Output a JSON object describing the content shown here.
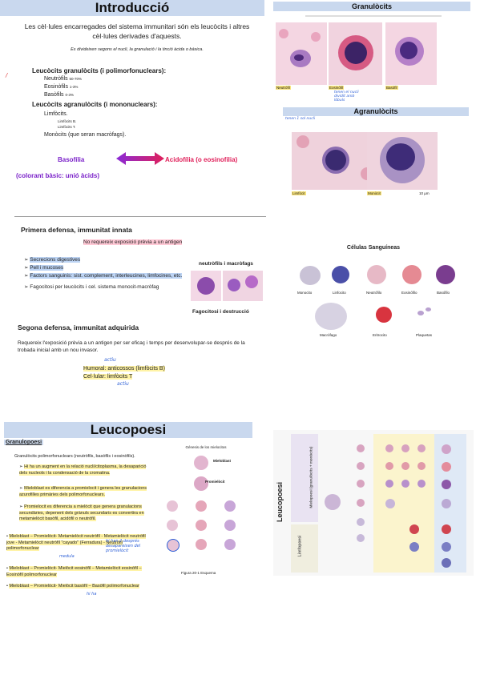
{
  "slide1": {
    "title": "Introducció",
    "intro": "Les cèl·lules encarregades del sistema immunitari són els leucòcits i altres cèl·lules derivades d'aquests.",
    "subtitle": "Es divideixen segons el nucli, la granulació i la tinció àcida o bàsica.",
    "granulocytes_heading": "Leucòcits granulòcits (i polimorfonuclears):",
    "neutro": "Neutròfils",
    "neutro_pct": "50-70%",
    "eosino": "Eosinòfils",
    "eosino_pct": "1-3%",
    "baso": "Basòfils",
    "baso_pct": "0-3%",
    "agranulocytes_heading": "Leucòcits agranulòcits (i mononuclears):",
    "limfo": "Limfòcits.",
    "limfo_b": "Limfòcits B.",
    "limfo_t": "Limfòcits T.",
    "mono": "Monòcits (que seran macròfags).",
    "basofilia": "Basofília",
    "acidofilia": "Acidofília (o eosinofilia)",
    "colorant": "(colorant bàsic: unió àcids)"
  },
  "slide2": {
    "title_gran": "Granulòcits",
    "label_neutro": "Neutròfil",
    "label_eosino": "Eosinòfil",
    "label_baso": "Basòfil",
    "scale": "10 µm",
    "handwriting_1": "tenen el nucli dividit amb lòbuls",
    "title_agran": "Agranulòcits",
    "handwriting_2": "tenen 1 sol nucli",
    "label_limfo": "Limfòcit",
    "label_mono": "Monòcit"
  },
  "slide3": {
    "first_defense": "Primera defensa, immunitat innata",
    "no_requires": "No requereix exposició prèvia a un antigen",
    "items": [
      "Secrecions digestives",
      "Pell i mucoses",
      "Factors sanguinis: sist. complement, interleucines, limfocines, etc.",
      "Fagocitosi per leucòcits i cel. sistema monocit-macròfag"
    ],
    "neutro_macro": "neutròfils i macròfags",
    "fagocitosi": "Fagocitosi i destrucció",
    "second_defense": "Segona defensa, immunitat adquirida",
    "requires": "Requereix l'exposició prèvia a un antigen per ser eficaç i temps per desenvolupar-se després de la trobada inicial amb un nou invasor.",
    "humoral": "Humoral: anticossos (limfòcits B)",
    "cellular": "Cel·lular: limfòcits T",
    "hw_actiu": "actiu",
    "hw_actiu2": "actiu"
  },
  "slide4": {
    "title": "Células Sanguíneas",
    "cells": [
      "Monocito",
      "Linfocito",
      "Neutrófilo",
      "Eosinófilo",
      "Basófilo",
      "Macrófago",
      "Eritrocito",
      "Plaquetas"
    ]
  },
  "slide5": {
    "title": "Leucopoesi",
    "section": "Granulopoesi",
    "intro": "Granulòcits polimorfonuclears (neutròfils, basòfils i eosinòfils).",
    "b1": "Hi ha un augment en la relació nucli/citoplasma, la desaparició dels nucleols i la condensació de la cromatina.",
    "b2": "Mieloblast es diferencia a promielocit i genera les granulacions azurofilles primàries dels polimorfonuclears.",
    "b3": "Promielocit es diferencia a mielòcit que genera granulacions secundàries, depenent dels grànuls secundaris es convertira en metamielòcit basòfil, acidòfil o neutròfil.",
    "l1": "Mieloblast – Promielòcit- Metamielòcit neutròfil - Metamielòcit neutròfil jove - Metamielòcit neutròfil \"cayado\" (Ferradura) - Neutròfil polimorfonuclear",
    "l2": "Mieloblast – Promielòcit- Mielòcit eosinòfil – Metamielòcit eosinòfil – Eosinòfil polimorfonuclear",
    "l3": "Mieloblast – Promielòcit- Mielòcit basòfil – Basòfil polimorfonuclear",
    "fig_title": "Génesis de los mielocitos",
    "mieloblast": "Mieloblast",
    "promielocit": "Promielòcit",
    "fig_caption": "Figura 20-1 Esquema",
    "hw_1": "medula",
    "hw_2": "hi han 2 després desapareixen del promielòcit",
    "hw_3": "hi ha"
  },
  "slide6": {
    "side_label": "Leucopoesi",
    "mielo_label": "Mielopoesi (granulòcits + monòcits)",
    "limfo_label": "Limfopoesi"
  }
}
